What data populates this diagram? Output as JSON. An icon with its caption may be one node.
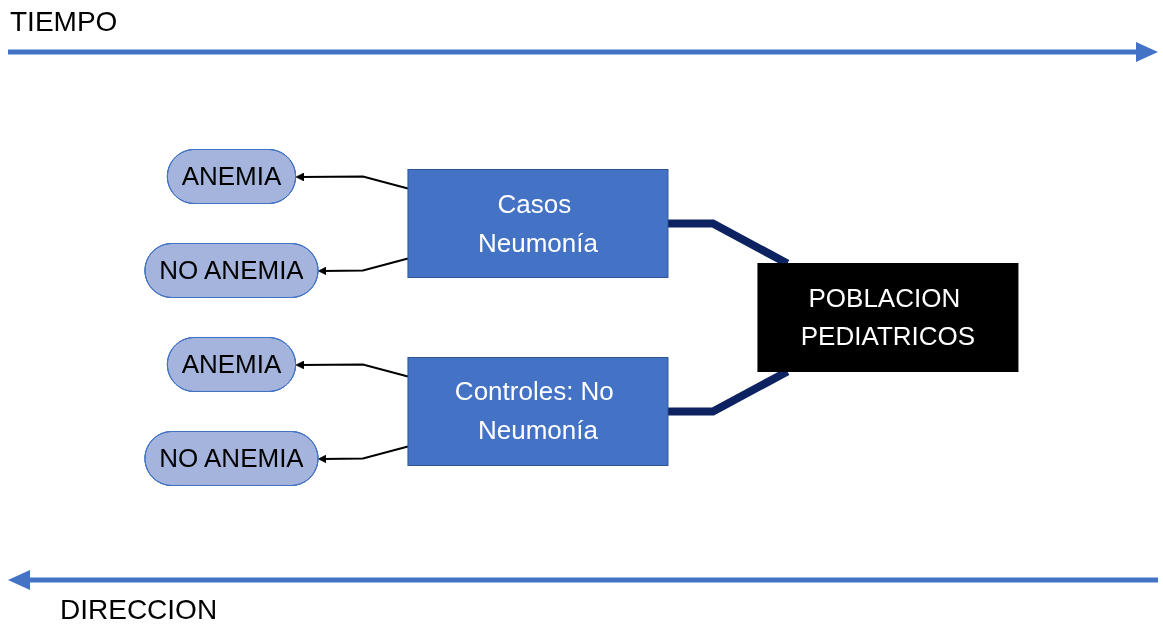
{
  "diagram": {
    "nodes": [
      {
        "text": [
          "ANEMIA"
        ]
      },
      {
        "text": [
          "NO ANEMIA"
        ]
      },
      {
        "text": [
          "ANEMIA"
        ]
      },
      {
        "text": [
          "NO ANEMIA"
        ]
      },
      {
        "text": [
          "Casos Neumonía"
        ]
      },
      {
        "text": [
          "Controles: No Neumonía"
        ]
      },
      {
        "text": [
          "POBLACION PEDIATRICOS"
        ]
      }
    ],
    "edges": [
      {
        "from": 4,
        "to": 0,
        "arrow": "to"
      },
      {
        "from": 4,
        "to": 1,
        "arrow": "to"
      },
      {
        "from": 5,
        "to": 2,
        "arrow": "to"
      },
      {
        "from": 5,
        "to": 3,
        "arrow": "to"
      },
      {
        "from": 6,
        "to": 4,
        "arrow": "none",
        "style": "thick",
        "color": "#0d2361"
      },
      {
        "from": 6,
        "to": 5,
        "arrow": "none",
        "style": "thick",
        "color": "#0d2361"
      }
    ],
    "labels": [
      "TIEMPO",
      "DIRECCION"
    ]
  }
}
